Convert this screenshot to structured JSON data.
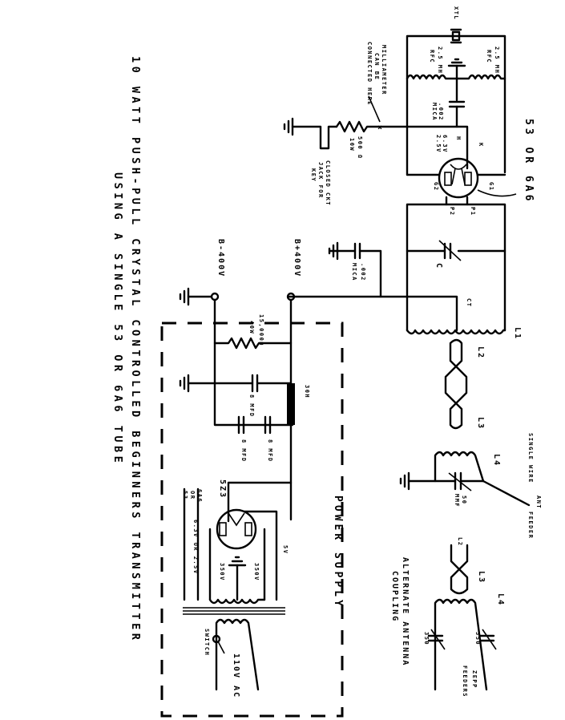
{
  "title": {
    "line1": "10 WATT   PUSH-PULL   CRYSTAL   CONTROLLED   BEGINNERS   TRANSMITTER",
    "line2": "USING   A   SINGLE   53   OR   6A6   TUBE"
  },
  "oscillator": {
    "xtal": "XTL",
    "rfc_left": "2.5 MH",
    "rfc_left_sub": "RFC",
    "rfc_right": "2.5 MH",
    "rfc_right_sub": "RFC",
    "mica_cap": ".002",
    "mica_cap_sub": "MICA",
    "heater_1": "6.3V",
    "heater_2": "2.5V",
    "pin_k": "K",
    "pin_h": "H",
    "pin_g1": "G1",
    "pin_g2": "G2",
    "pin_p1": "P1",
    "pin_p2": "P2",
    "tube_label": "53 OR 6A6",
    "meter_note_1": "MILLIAMETER",
    "meter_note_2": "CAN BE",
    "meter_note_3": "CONNECTED HERE",
    "resistor": "500 Ω",
    "resistor_sub": "10W",
    "jack_1": "CLOSED CKT",
    "jack_2": "JACK FOR",
    "jack_3": "KEY"
  },
  "tank": {
    "bypass_cap": ".002",
    "bypass_cap_sub": "MICA",
    "var_cap": "C",
    "center_tap": "CT",
    "l1": "L1",
    "l2": "L2",
    "l3": "L3",
    "l4": "L4"
  },
  "antenna": {
    "cap": "50",
    "cap_sub": "MMF",
    "ant": "ANT",
    "feeder_1": "SINGLE WIRE",
    "feeder_2": "FEEDER",
    "alt_title_1": "ALTERNATE ANTENNA",
    "alt_title_2": "COUPLING",
    "alt_l2": "L2",
    "alt_l3": "L3",
    "alt_l4": "L4",
    "alt_cap_1": "350",
    "alt_cap_2": "350",
    "zepp_1": "ZEPP",
    "zepp_2": "FEEDERS"
  },
  "power_supply": {
    "title": "POWER SUPPLY",
    "b_plus": "B+400V",
    "b_minus": "B-400V",
    "bleeder": "15,000Ω",
    "bleeder_sub": "40W",
    "choke": "30H",
    "filter_cap_1": "8 MFD",
    "filter_cap_2": "8 MFD",
    "filter_cap_3": "8 MFD",
    "rectifier": "5Z3",
    "fil_5v": "5V",
    "hv_1": "350V",
    "hv_2": "350V",
    "heater_note_1": "6A6",
    "heater_note_2": "OR",
    "heater_note_3": "53",
    "heater_voltage": "6.3V OR 2.5V",
    "switch": "SWITCH",
    "mains": "110V AC"
  }
}
